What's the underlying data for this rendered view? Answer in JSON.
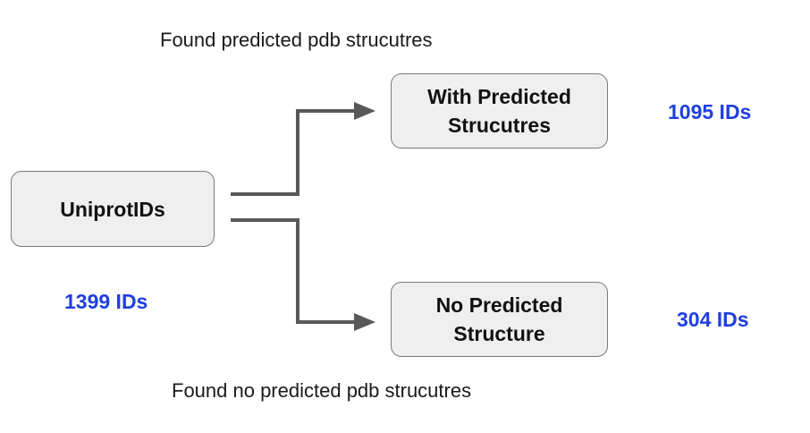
{
  "diagram": {
    "top_caption": "Found predicted pdb strucutres",
    "bottom_caption": "Found no predicted pdb strucutres",
    "source_node": {
      "label": "UniprotIDs",
      "count": "1399 IDs"
    },
    "target_top": {
      "label": "With Predicted Strucutres",
      "count": "1095 IDs"
    },
    "target_bottom": {
      "label": "No Predicted Structure",
      "count": "304 IDs"
    }
  },
  "colors": {
    "count_text": "#1f3fe0",
    "connector": "#595959",
    "box_fill": "#efefef",
    "box_border": "#7a7a7a"
  }
}
